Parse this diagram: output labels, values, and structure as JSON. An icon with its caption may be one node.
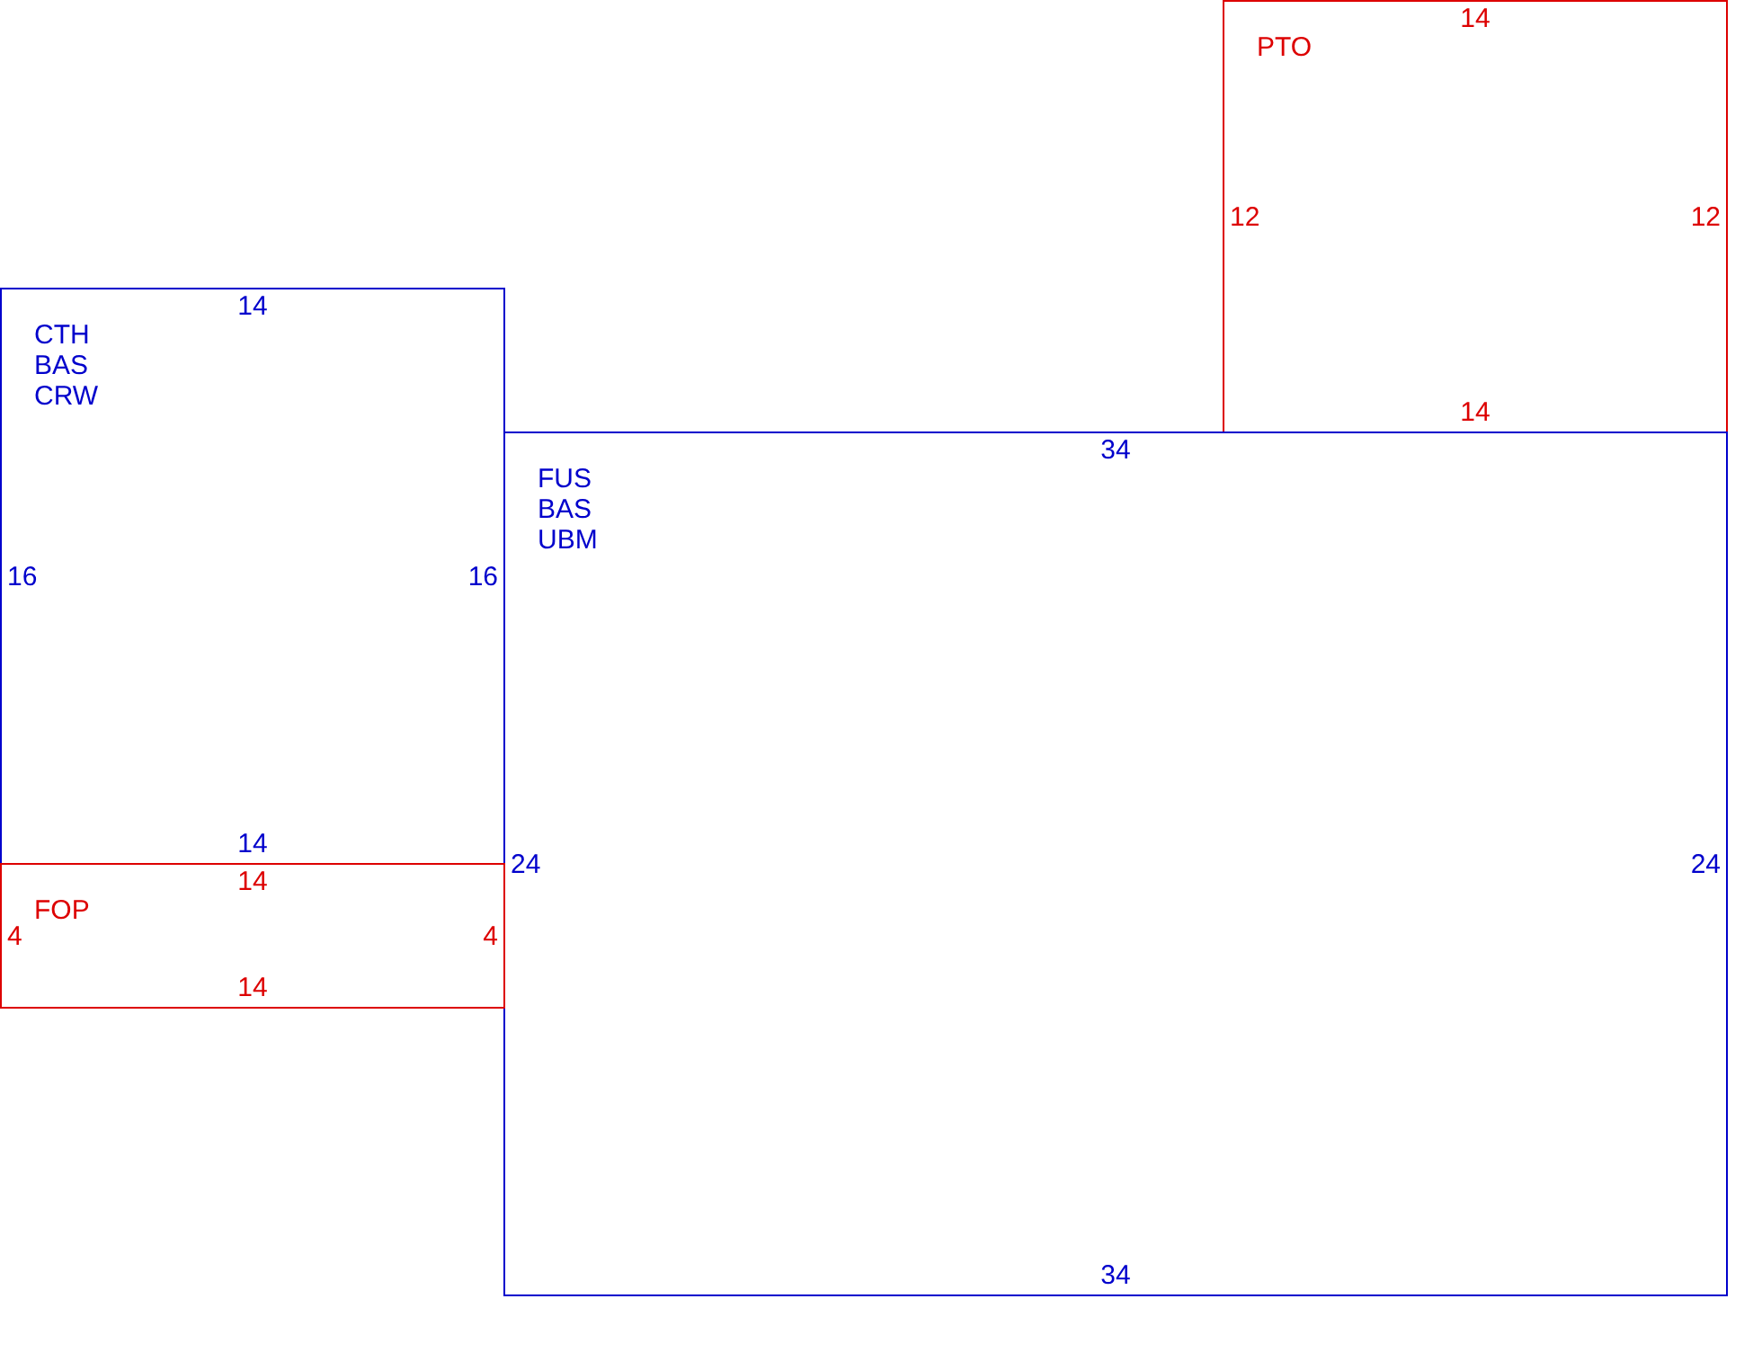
{
  "diagram": {
    "nodes": [
      {
        "text": [
          "PTO",
          "14",
          "12",
          "12",
          "14"
        ]
      },
      {
        "text": [
          "CTH",
          "BAS",
          "CRW",
          "14",
          "16",
          "16",
          "14"
        ]
      },
      {
        "text": [
          "FUS",
          "BAS",
          "UBM",
          "34",
          "24",
          "24",
          "34"
        ]
      },
      {
        "text": [
          "FOP",
          "14",
          "4",
          "4",
          "14"
        ]
      }
    ]
  }
}
